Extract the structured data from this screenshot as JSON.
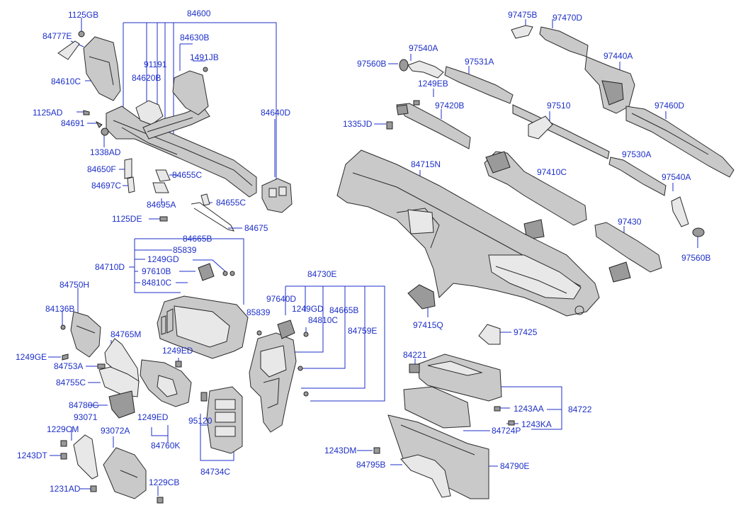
{
  "parts": {
    "p1125GB": "1125GB",
    "p84600": "84600",
    "p84777E": "84777E",
    "p84630B": "84630B",
    "p1491JB": "1491JB",
    "p91191": "91191",
    "p84620B": "84620B",
    "p84610C": "84610C",
    "p1125AD": "1125AD",
    "p84691": "84691",
    "p84640D": "84640D",
    "p1338AD": "1338AD",
    "p84650F": "84650F",
    "p84655C_a": "84655C",
    "p84697C": "84697C",
    "p84695A": "84695A",
    "p84655C_b": "84655C",
    "p1125DE": "1125DE",
    "p84675": "84675",
    "p84665B_a": "84665B",
    "p85839_a": "85839",
    "p1249GD_a": "1249GD",
    "p84710D": "84710D",
    "p97610B": "97610B",
    "p84810C_a": "84810C",
    "p84750H": "84750H",
    "p84730E": "84730E",
    "p97640D": "97640D",
    "p84136B": "84136B",
    "p85839_b": "85839",
    "p1249GD_b": "1249GD",
    "p84665B_b": "84665B",
    "p84810C_b": "84810C",
    "p84759E": "84759E",
    "p84765M": "84765M",
    "p1249GE": "1249GE",
    "p1249ED_a": "1249ED",
    "p84753A": "84753A",
    "p84755C": "84755C",
    "p84780G": "84780G",
    "p93071": "93071",
    "p1249ED_b": "1249ED",
    "p95120": "95120",
    "p1229CM": "1229CM",
    "p93072A": "93072A",
    "p84760K": "84760K",
    "p1243DT": "1243DT",
    "p84734C": "84734C",
    "p1231AD": "1231AD",
    "p1229CB": "1229CB",
    "p97475B": "97475B",
    "p97470D": "97470D",
    "p97540A_a": "97540A",
    "p97440A": "97440A",
    "p97560B_a": "97560B",
    "p97531A": "97531A",
    "p1249EB": "1249EB",
    "p97420B": "97420B",
    "p97510": "97510",
    "p97460D": "97460D",
    "p1335JD": "1335JD",
    "p84715N": "84715N",
    "p97530A": "97530A",
    "p97410C": "97410C",
    "p97540A_b": "97540A",
    "p97430": "97430",
    "p97560B_b": "97560B",
    "p97415Q": "97415Q",
    "p97425": "97425",
    "p84221": "84221",
    "p1243AA": "1243AA",
    "p84722": "84722",
    "p1243KA": "1243KA",
    "p84724P": "84724P",
    "p1243DM": "1243DM",
    "p84795B": "84795B",
    "p84790E": "84790E"
  },
  "colors": {
    "label": "#1d2fc8",
    "part_outline": "#2a2a2a",
    "part_fill": "#c9c9c9"
  }
}
